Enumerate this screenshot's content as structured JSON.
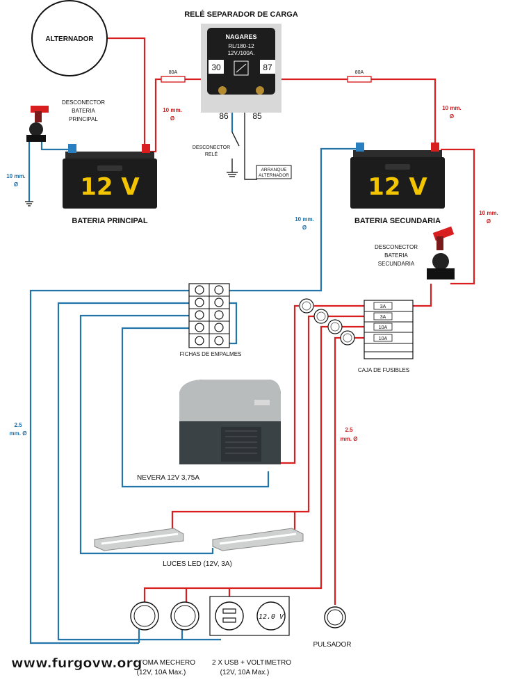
{
  "alternator": {
    "label": "ALTERNADOR"
  },
  "relay": {
    "title": "RELÉ SEPARADOR DE CARGA",
    "brand": "NAGARES",
    "model": "RL/180-12",
    "rating": "12V./100A.",
    "pin_30": "30",
    "pin_87": "87",
    "pin_86": "86",
    "pin_85": "85",
    "switch_label_1": "DESCONECTOR",
    "switch_label_2": "RELÉ",
    "alt_start_1": "ARRANQUE",
    "alt_start_2": "ALTERNADOR"
  },
  "fuse_inline_left": "80A",
  "fuse_inline_right": "80A",
  "main_battery": {
    "voltage": "12 V",
    "label": "BATERIA PRINCIPAL",
    "disconnect_1": "DESCONECTOR",
    "disconnect_2": "BATERIA",
    "disconnect_3": "PRINCIPAL"
  },
  "aux_battery": {
    "voltage": "12 V",
    "label": "BATERIA SECUNDARIA",
    "disconnect_1": "DESCONECTOR",
    "disconnect_2": "BATERIA",
    "disconnect_3": "SECUNDARIA"
  },
  "gauges": {
    "red_main_a": "10 mm.",
    "red_main_b": "Ø",
    "red_right_a": "10 mm.",
    "red_right_b": "Ø",
    "red_far_a": "10 mm.",
    "red_far_b": "Ø",
    "blue_left_a": "10 mm.",
    "blue_left_b": "Ø",
    "blue_mid_a": "10 mm.",
    "blue_mid_b": "Ø",
    "blue_thin_a": "2.5",
    "blue_thin_b": "mm. Ø",
    "red_thin_a": "2.5",
    "red_thin_b": "mm. Ø"
  },
  "splice_block": {
    "label": "FICHAS DE EMPALMES"
  },
  "fuse_box": {
    "label": "CAJA DE FUSIBLES",
    "fuses": [
      "3A",
      "3A",
      "10A",
      "10A"
    ]
  },
  "fridge": {
    "label": "NEVERA 12V 3,75A"
  },
  "lights": {
    "label": "LUCES LED (12V, 3A)"
  },
  "sockets": {
    "lighter_1": "TOMA MECHERO",
    "lighter_2": "(12V, 10A Max.)",
    "usb_1": "2 X USB + VOLTIMETRO",
    "usb_2": "(12V, 10A Max.)",
    "voltmeter_reading": "12.0 V",
    "button": "PULSADOR"
  },
  "watermark": "www.furgovw.org",
  "colors": {
    "positive": "#d81e1e",
    "negative": "#2374a8",
    "battery": "#1c1c1c",
    "digits": "#f3c400"
  }
}
